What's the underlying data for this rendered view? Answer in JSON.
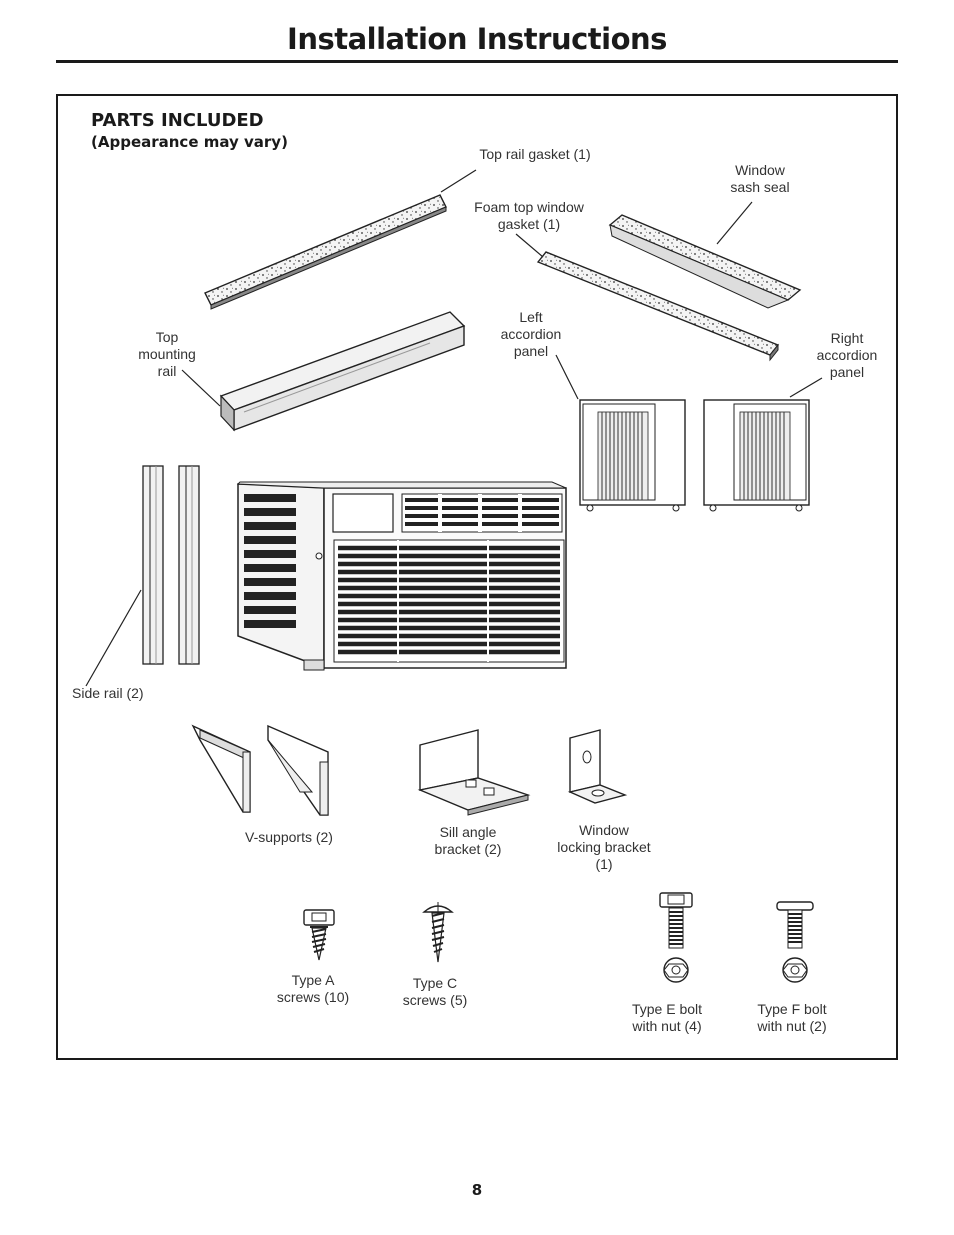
{
  "header": {
    "title": "Installation Instructions"
  },
  "section": {
    "title": "PARTS INCLUDED",
    "subtitle": "(Appearance may vary)"
  },
  "parts": {
    "top_rail_gasket": "Top rail gasket (1)",
    "window_sash_seal": "Window\nsash seal",
    "foam_top_window_gasket": "Foam top window\ngasket (1)",
    "top_mounting_rail": "Top\nmounting\nrail",
    "left_accordion_panel": "Left\naccordion\npanel",
    "right_accordion_panel": "Right\naccordion\npanel",
    "side_rail": "Side rail (2)",
    "v_supports": "V-supports (2)",
    "sill_angle_bracket": "Sill angle\nbracket (2)",
    "window_locking_bracket": "Window\nlocking bracket\n(1)",
    "type_a_screws": "Type A\nscrews (10)",
    "type_c_screws": "Type C\nscrews (5)",
    "type_e_bolt": "Type E bolt\nwith nut (4)",
    "type_f_bolt": "Type F bolt\nwith nut (2)"
  },
  "footer": {
    "page_number": "8"
  }
}
